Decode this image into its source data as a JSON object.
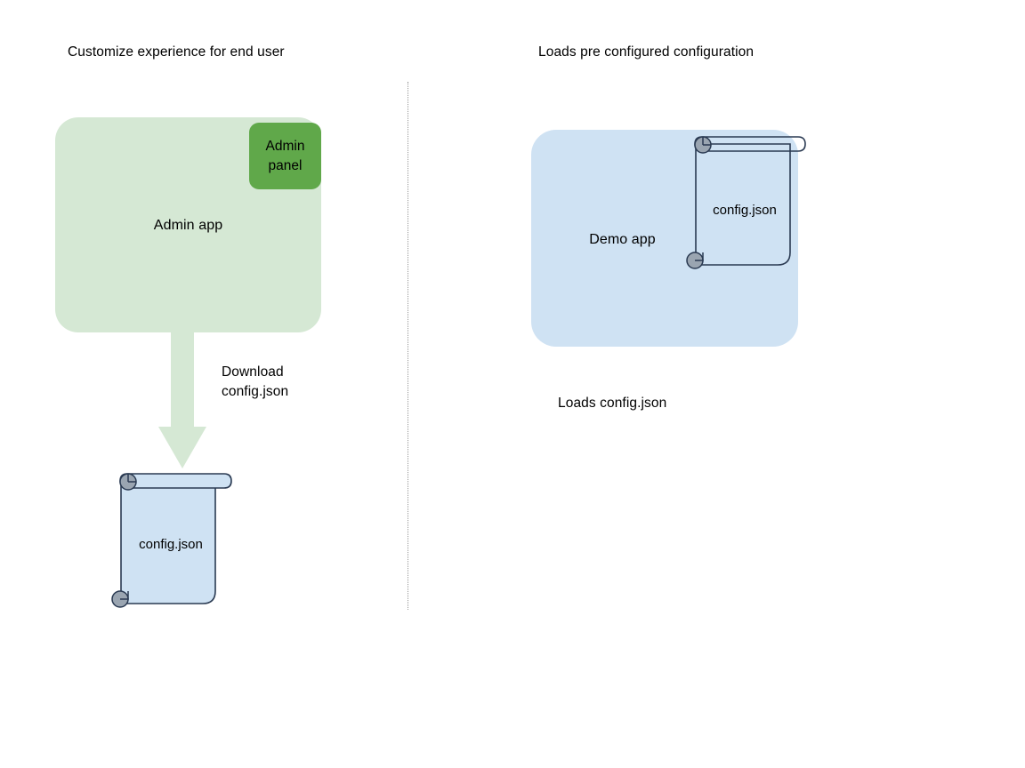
{
  "diagram": {
    "type": "flow-diagram",
    "background": "#ffffff",
    "columns": [
      {
        "id": "left",
        "heading": "Customize experience for end user",
        "nodes": [
          {
            "name": "Admin app",
            "shape": "rounded-rect",
            "fill": "#d5e8d4"
          },
          {
            "name": "Admin panel",
            "shape": "rounded-rect",
            "fill": "#60a84a"
          },
          {
            "name": "config.json",
            "shape": "document-scroll",
            "fill": "#cfe2f3"
          }
        ],
        "edge_label": "Download\nconfig.json"
      },
      {
        "id": "right",
        "heading": "Loads pre configured configuration",
        "nodes": [
          {
            "name": "Demo app",
            "shape": "rounded-rect",
            "fill": "#cfe2f3"
          },
          {
            "name": "config.json",
            "shape": "document-scroll",
            "fill": "none"
          }
        ],
        "caption": "Loads config.json"
      }
    ]
  },
  "headings": {
    "left": "Customize experience for end user",
    "right": "Loads pre configured configuration"
  },
  "left_column": {
    "admin_app_label": "Admin app",
    "admin_panel_label": "Admin\npanel",
    "arrow_label_line1": "Download",
    "arrow_label_line2": "config.json",
    "document_label": "config.json"
  },
  "right_column": {
    "demo_app_label": "Demo app",
    "document_label": "config.json",
    "caption": "Loads config.json"
  },
  "colors": {
    "green_fill": "#d5e8d4",
    "green_accent": "#60a84a",
    "blue_fill": "#cfe2f3",
    "doc_stroke": "#2a3a52",
    "curl_fill": "#9aa5b1",
    "arrow_fill": "#d5e8d4",
    "divider": "#9a9a9a",
    "text": "#000000"
  },
  "icons": {
    "divider": "vertical-dotted-divider",
    "arrow": "down-block-arrow",
    "document": "scroll-document-icon"
  }
}
